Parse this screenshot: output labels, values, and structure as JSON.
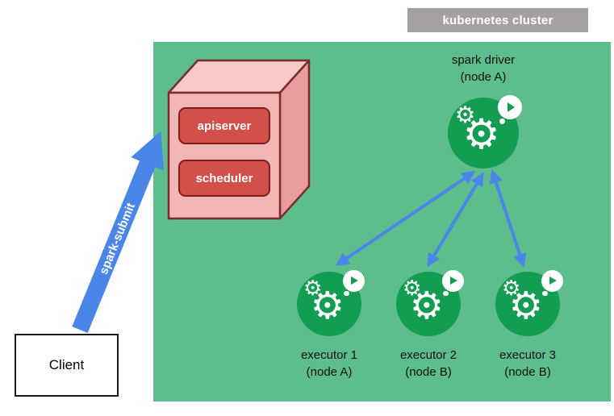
{
  "diagram": {
    "cluster_label": "kubernetes cluster",
    "client_label": "Client",
    "spark_submit_label": "spark-submit"
  },
  "control_plane": {
    "apiserver_label": "apiserver",
    "scheduler_label": "scheduler"
  },
  "driver": {
    "title": "spark driver",
    "subtitle": "(node A)"
  },
  "executors": [
    {
      "title": "executor 1",
      "subtitle": "(node A)"
    },
    {
      "title": "executor 2",
      "subtitle": "(node B)"
    },
    {
      "title": "executor 3",
      "subtitle": "(node B)"
    }
  ],
  "icons": {
    "gear_glyph": "⚙"
  },
  "colors": {
    "cluster_bg": "#5dbd8c",
    "cluster_label_bg": "#a6a0a0",
    "arrow_blue": "#4a86e8",
    "button_red": "#d24f4a",
    "button_border": "#7e1f1f",
    "cube_front": "#f3b6b6",
    "cube_top": "#f7c9c9",
    "cube_side": "#ea9c9c",
    "cube_border": "#7a2c2c",
    "icon_green": "#129d52"
  }
}
